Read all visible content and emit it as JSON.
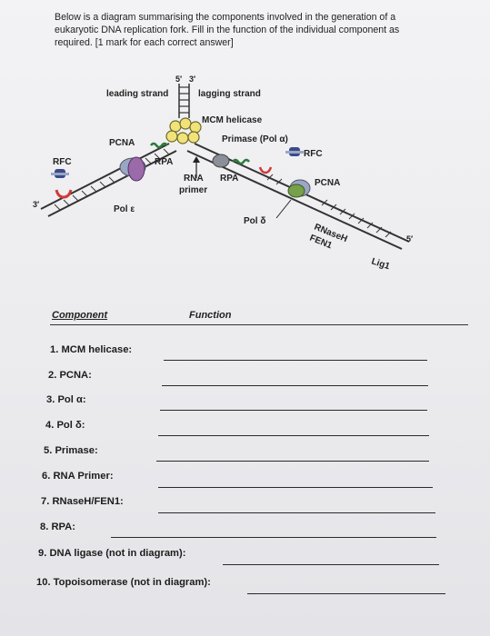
{
  "intro": {
    "line1": "Below is a diagram summarising the components involved in the generation of a",
    "line2": "eukaryotic DNA replication fork. Fill in the function of the individual component as",
    "line3": "required. [1 mark for each correct answer]"
  },
  "diagram": {
    "prime5_top": "5′",
    "prime3_top": "3′",
    "leading_strand": "leading strand",
    "lagging_strand": "lagging strand",
    "mcm_helicase": "MCM helicase",
    "primase": "Primase (Pol α)",
    "pcna_left": "PCNA",
    "rpa_left": "RPA",
    "rfc_left": "RFC",
    "rfc_right": "RFC",
    "rna_primer_line1": "RNA",
    "rna_primer_line2": "primer",
    "rpa_right": "RPA",
    "pcna_right": "PCNA",
    "pol_epsilon": "Pol ε",
    "pol_delta": "Pol δ",
    "prime3_left": "3′",
    "prime5_right": "5′",
    "rnaseh": "RNaseH",
    "fen1": "FEN1",
    "lig1": "Lig1"
  },
  "table": {
    "component_header": "Component",
    "function_header": "Function"
  },
  "questions": [
    "1. MCM helicase:",
    "2. PCNA:",
    "3. Pol α:",
    "4. Pol δ:",
    "5. Primase:",
    "6. RNA Primer:",
    "7. RNaseH/FEN1:",
    "8. RPA:",
    "9. DNA ligase (not in diagram):",
    "10. Topoisomerase (not in diagram):"
  ],
  "colors": {
    "pcna": "#9aa7c4",
    "pol_epsilon": "#9b6aa8",
    "rfc": "#3a4a8a",
    "primer": "#d23a3a",
    "mcm": "#f1e27a",
    "rpa": "#333333",
    "pol_delta": "#76a04a"
  }
}
